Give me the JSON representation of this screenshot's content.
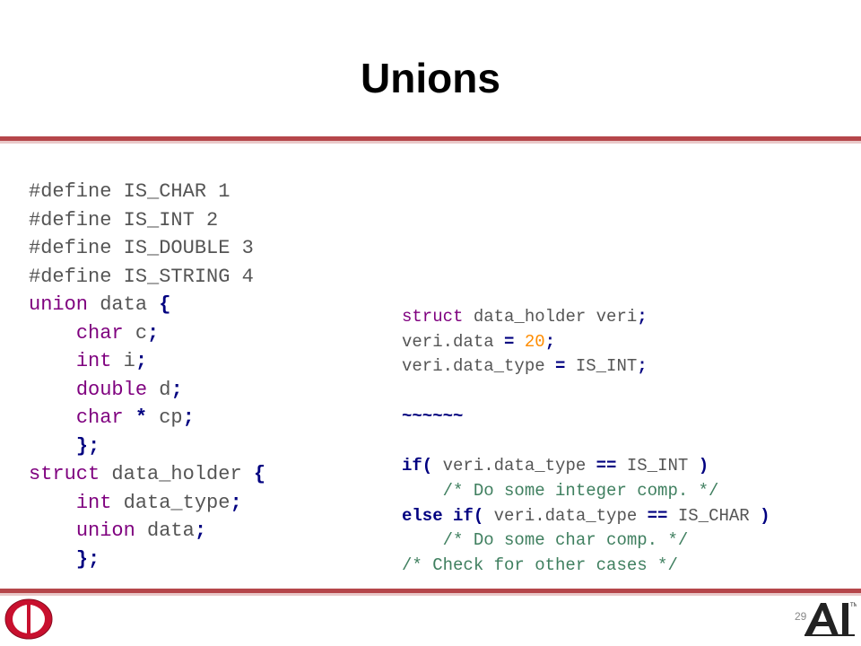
{
  "slide": {
    "title": "Unions",
    "page_number": "29"
  },
  "code_left": [
    [
      {
        "t": "#define IS_CHAR 1",
        "c": ""
      }
    ],
    [
      {
        "t": "#define IS_INT 2",
        "c": ""
      }
    ],
    [
      {
        "t": "#define IS_DOUBLE 3",
        "c": ""
      }
    ],
    [
      {
        "t": "#define IS_STRING 4",
        "c": ""
      }
    ],
    [
      {
        "t": "union",
        "c": "kw"
      },
      {
        "t": " data ",
        "c": ""
      },
      {
        "t": "{",
        "c": "op"
      }
    ],
    [
      {
        "t": "    ",
        "c": ""
      },
      {
        "t": "char",
        "c": "kw"
      },
      {
        "t": " c",
        "c": ""
      },
      {
        "t": ";",
        "c": "op"
      }
    ],
    [
      {
        "t": "    ",
        "c": ""
      },
      {
        "t": "int",
        "c": "kw"
      },
      {
        "t": " i",
        "c": ""
      },
      {
        "t": ";",
        "c": "op"
      }
    ],
    [
      {
        "t": "    ",
        "c": ""
      },
      {
        "t": "double",
        "c": "kw"
      },
      {
        "t": " d",
        "c": ""
      },
      {
        "t": ";",
        "c": "op"
      }
    ],
    [
      {
        "t": "    ",
        "c": ""
      },
      {
        "t": "char",
        "c": "kw"
      },
      {
        "t": " ",
        "c": ""
      },
      {
        "t": "*",
        "c": "op"
      },
      {
        "t": " cp",
        "c": ""
      },
      {
        "t": ";",
        "c": "op"
      }
    ],
    [
      {
        "t": "    ",
        "c": ""
      },
      {
        "t": "};",
        "c": "op"
      }
    ],
    [
      {
        "t": "struct",
        "c": "kw"
      },
      {
        "t": " data_holder ",
        "c": ""
      },
      {
        "t": "{",
        "c": "op"
      }
    ],
    [
      {
        "t": "    ",
        "c": ""
      },
      {
        "t": "int",
        "c": "kw"
      },
      {
        "t": " data_type",
        "c": ""
      },
      {
        "t": ";",
        "c": "op"
      }
    ],
    [
      {
        "t": "    ",
        "c": ""
      },
      {
        "t": "union",
        "c": "kw"
      },
      {
        "t": " data",
        "c": ""
      },
      {
        "t": ";",
        "c": "op"
      }
    ],
    [
      {
        "t": "    ",
        "c": ""
      },
      {
        "t": "};",
        "c": "op"
      }
    ]
  ],
  "code_right": [
    [
      {
        "t": "struct",
        "c": "kw"
      },
      {
        "t": " data_holder veri",
        "c": ""
      },
      {
        "t": ";",
        "c": "op"
      }
    ],
    [
      {
        "t": "veri.data ",
        "c": ""
      },
      {
        "t": "=",
        "c": "op"
      },
      {
        "t": " ",
        "c": ""
      },
      {
        "t": "20",
        "c": "num"
      },
      {
        "t": ";",
        "c": "op"
      }
    ],
    [
      {
        "t": "veri.data_type ",
        "c": ""
      },
      {
        "t": "=",
        "c": "op"
      },
      {
        "t": " IS_INT",
        "c": ""
      },
      {
        "t": ";",
        "c": "op"
      }
    ],
    [
      {
        "t": "",
        "c": ""
      }
    ],
    [
      {
        "t": "~~~~~~",
        "c": "op"
      }
    ],
    [
      {
        "t": "",
        "c": ""
      }
    ],
    [
      {
        "t": "if(",
        "c": "op"
      },
      {
        "t": " veri.data_type ",
        "c": ""
      },
      {
        "t": "==",
        "c": "op"
      },
      {
        "t": " IS_INT ",
        "c": ""
      },
      {
        "t": ")",
        "c": "op"
      }
    ],
    [
      {
        "t": "    ",
        "c": ""
      },
      {
        "t": "/* Do some integer comp. */",
        "c": "cm"
      }
    ],
    [
      {
        "t": "else if(",
        "c": "op"
      },
      {
        "t": " veri.data_type ",
        "c": ""
      },
      {
        "t": "==",
        "c": "op"
      },
      {
        "t": " IS_CHAR ",
        "c": ""
      },
      {
        "t": ")",
        "c": "op"
      }
    ],
    [
      {
        "t": "    ",
        "c": ""
      },
      {
        "t": "/* Do some char comp. */",
        "c": "cm"
      }
    ],
    [
      {
        "t": "/* Check for other cases */",
        "c": "cm"
      }
    ]
  ],
  "colors": {
    "accent_rule": "#b5464a",
    "keyword": "#7f007f",
    "operator": "#000080",
    "number": "#ff8c00",
    "comment": "#3f7f5f"
  },
  "icons": {
    "left_logo": "metu-logo-icon",
    "right_logo": "ai-logo-icon"
  }
}
